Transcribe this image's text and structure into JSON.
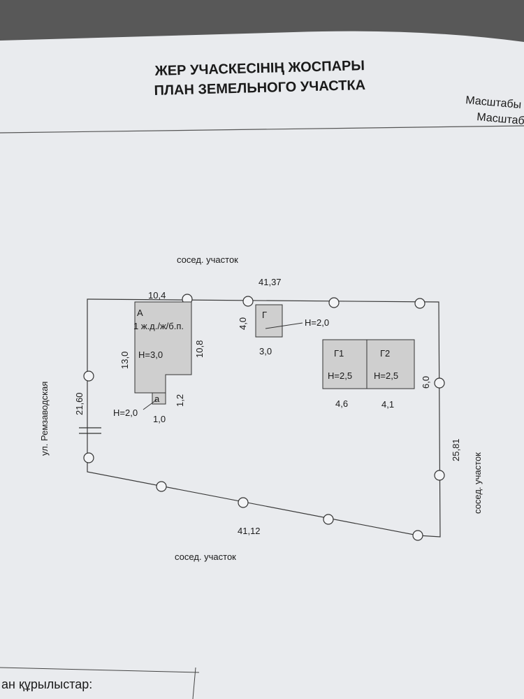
{
  "header": {
    "title_kz": "ЖЕР УЧАСКЕСІНІҢ ЖОСПАРЫ",
    "title_ru": "ПЛАН ЗЕМЕЛЬНОГО УЧАСТКА",
    "scale_kz": "Масштабы",
    "scale_ru": "Масштаб"
  },
  "plan": {
    "neighbor_top": "сосед. участок",
    "neighbor_bottom": "сосед. участок",
    "neighbor_right": "сосед. участок",
    "street": "ул. Ремзаводская",
    "dimensions": {
      "top": "41,37",
      "bottom": "41,12",
      "left": "21,60",
      "right": "25,81",
      "right_short": "6,0"
    },
    "buildings": {
      "A": {
        "letter": "А",
        "desc": "1 ж.д./ж/б.п.",
        "height": "Н=3,0",
        "width": "10,4",
        "left_side": "13,0",
        "right_side": "10,8"
      },
      "a": {
        "letter": "а",
        "height": "Н=2,0",
        "width": "1,0",
        "side": "1,2"
      },
      "G": {
        "letter": "Г",
        "height": "Н=2,0",
        "width": "3,0",
        "side": "4,0"
      },
      "G1": {
        "letter": "Г1",
        "height": "Н=2,5",
        "width": "4,6"
      },
      "G2": {
        "letter": "Г2",
        "height": "Н=2,5",
        "width": "4,1"
      }
    }
  },
  "footer": {
    "partial_text": "ан құрылыстар:"
  }
}
